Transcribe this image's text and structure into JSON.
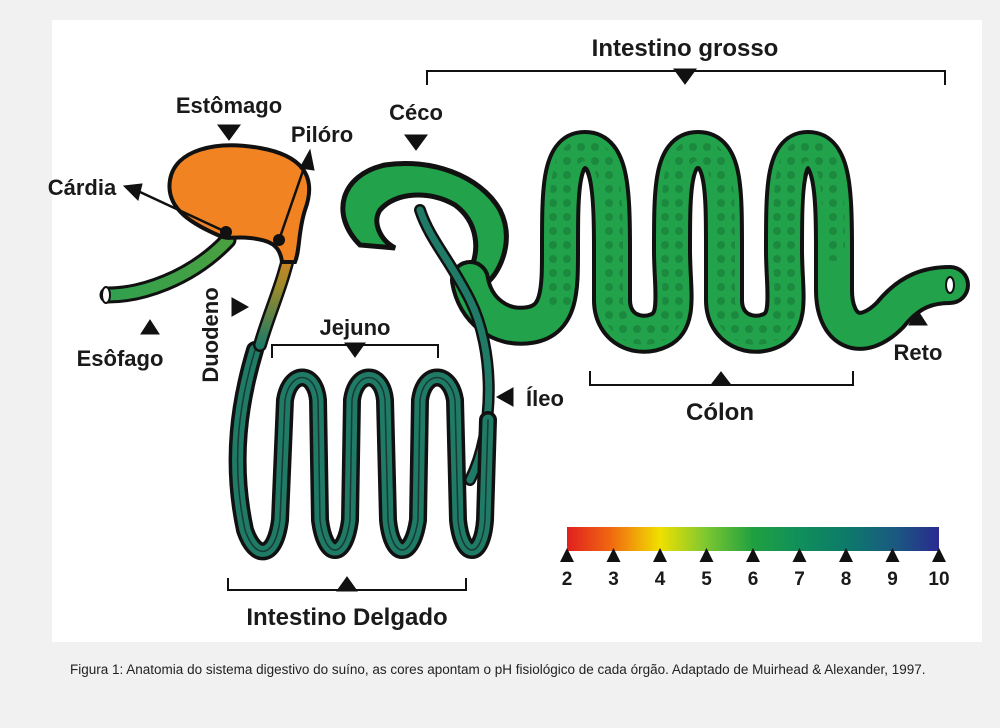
{
  "labels": {
    "intestino_grosso": "Intestino grosso",
    "estomago": "Estômago",
    "piloro": "Pilóro",
    "cardia": "Cárdia",
    "ceco": "Céco",
    "esofago": "Esôfago",
    "duodeno": "Duodeno",
    "jejuno": "Jejuno",
    "ileo": "Íleo",
    "colon": "Cólon",
    "reto": "Reto",
    "intestino_delgado": "Intestino Delgado"
  },
  "ph_scale": {
    "ticks": [
      "2",
      "3",
      "4",
      "5",
      "6",
      "7",
      "8",
      "9",
      "10"
    ],
    "colors": [
      "#e02020",
      "#f06a10",
      "#f0e000",
      "#80c830",
      "#20a040",
      "#10905a",
      "#0d7a6a",
      "#1a5a80",
      "#2a2a90"
    ]
  },
  "organ_colors": {
    "stomach": "#f28322",
    "small_intestine": "#1f7a66",
    "large_intestine": "#22a24a",
    "outline": "#111111"
  },
  "caption": "Figura 1: Anatomia do sistema digestivo do suíno, as cores apontam o pH fisiológico de cada órgão. Adaptado de Muirhead & Alexander, 1997."
}
